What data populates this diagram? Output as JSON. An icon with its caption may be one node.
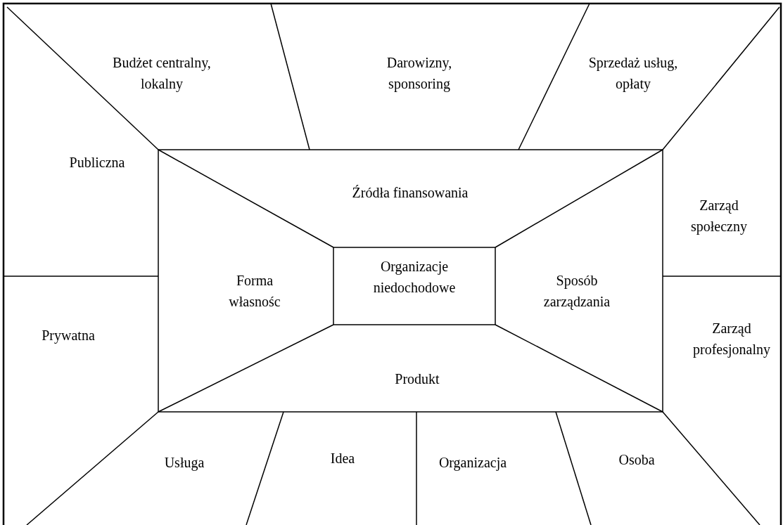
{
  "diagram": {
    "nodes": [
      {
        "text": [
          "Budżet centralny, lokalny"
        ]
      },
      {
        "text": [
          "Darowizny, sponsoring"
        ]
      },
      {
        "text": [
          "Sprzedaż usług, opłaty"
        ]
      },
      {
        "text": [
          "Publiczna"
        ]
      },
      {
        "text": [
          "Źródła finansowania"
        ]
      },
      {
        "text": [
          "Zarząd społeczny"
        ]
      },
      {
        "text": [
          "Forma własnośc"
        ]
      },
      {
        "text": [
          "Organizacje niedochodowe"
        ]
      },
      {
        "text": [
          "Sposób zarządzania"
        ]
      },
      {
        "text": [
          "Prywatna"
        ]
      },
      {
        "text": [
          "Zarząd profesjonalny"
        ]
      },
      {
        "text": [
          "Produkt"
        ]
      },
      {
        "text": [
          "Usługa"
        ]
      },
      {
        "text": [
          "Idea"
        ]
      },
      {
        "text": [
          "Organizacja"
        ]
      },
      {
        "text": [
          "Osoba"
        ]
      }
    ]
  }
}
